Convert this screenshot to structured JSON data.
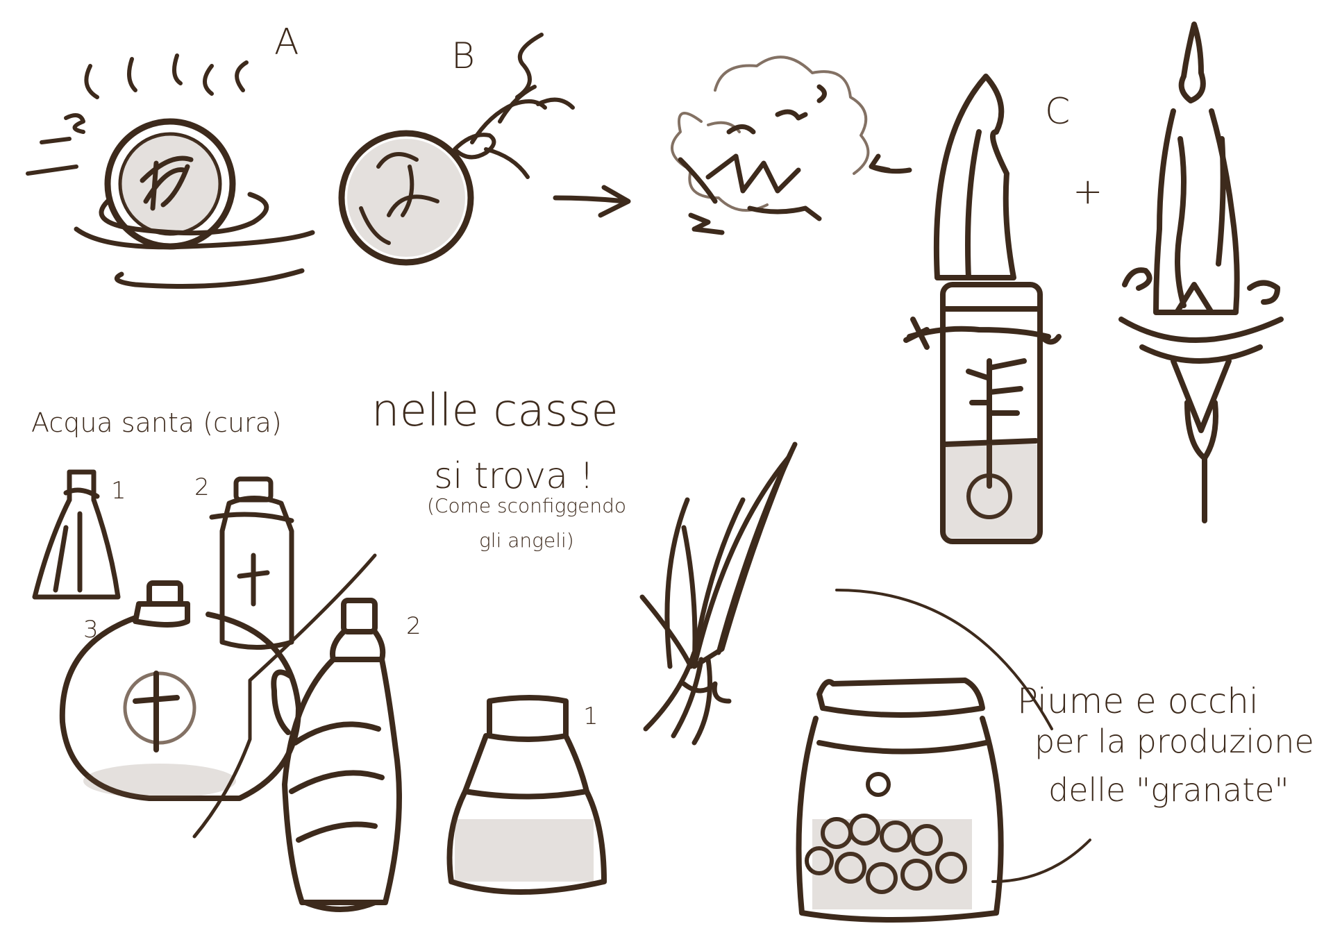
{
  "labels": {
    "a": "A",
    "b": "B",
    "c": "C",
    "plus": "+",
    "acqua_santa": "Acqua santa (cura)",
    "nelle_casse": "nelle casse",
    "si_trova": "si trova !",
    "come_sconfiggendo_1": "(Come sconfiggendo",
    "come_sconfiggendo_2": "gli angeli)",
    "piume_1": "Piume e occhi",
    "piume_2": "per la produzione",
    "piume_3": "delle \"granate\"",
    "num_flask_1": "1",
    "num_shaker_2": "2",
    "num_round_3": "3",
    "num_amphora_2": "2",
    "num_inkbottle_1": "1"
  },
  "colors": {
    "ink": "#3d2a1c",
    "paper": "#ffffff"
  }
}
